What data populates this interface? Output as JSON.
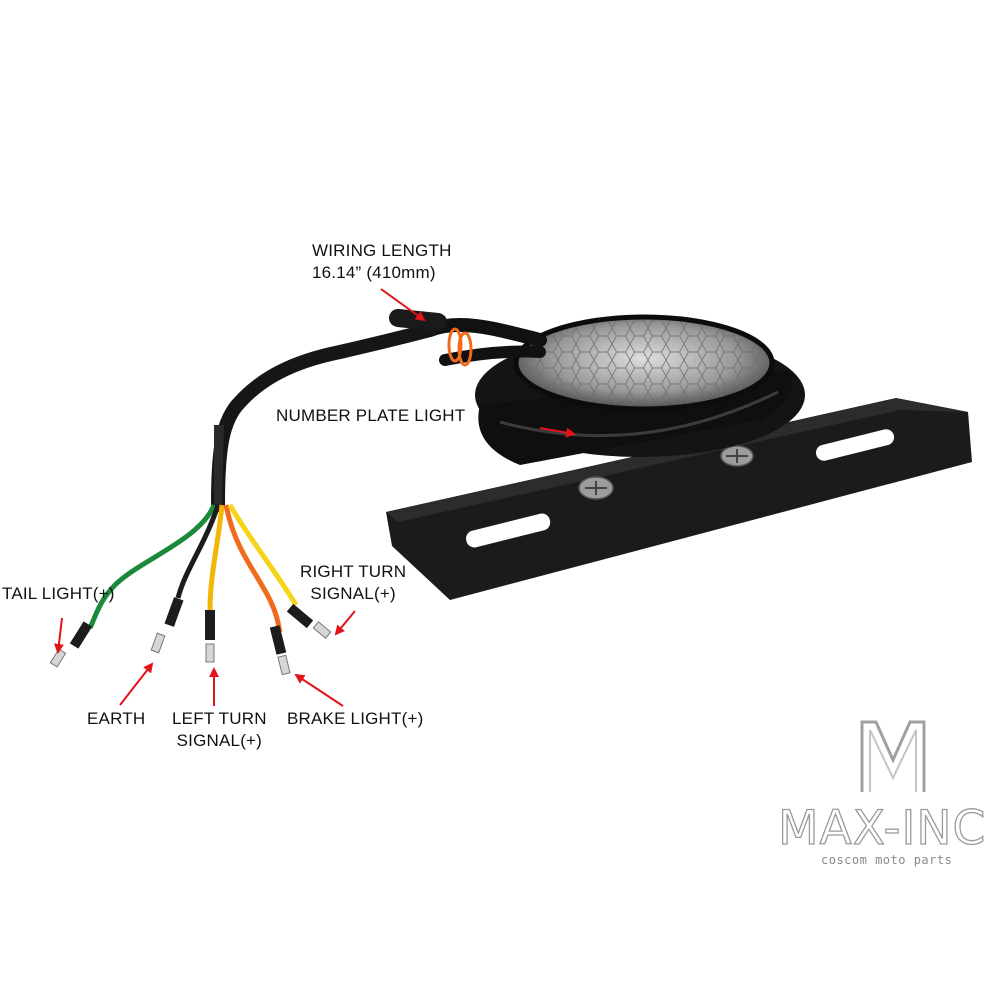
{
  "labels": {
    "wiring_length": [
      "WIRING LENGTH",
      "16.14” (410mm)"
    ],
    "number_plate_light": "NUMBER PLATE LIGHT",
    "tail_light": "TAIL LIGHT(+)",
    "right_turn": [
      "RIGHT TURN",
      "SIGNAL(+)"
    ],
    "earth": "EARTH",
    "left_turn": [
      "LEFT TURN",
      "SIGNAL(+)"
    ],
    "brake_light": "BRAKE LIGHT(+)"
  },
  "brand": {
    "name": "MAX-INC",
    "tagline": "coscom moto parts"
  },
  "wires": [
    {
      "function": "TAIL LIGHT(+)",
      "color": "#1a8a3a"
    },
    {
      "function": "EARTH",
      "color": "#1c1c1c"
    },
    {
      "function": "LEFT TURN SIGNAL(+)",
      "color": "#f2b705"
    },
    {
      "function": "BRAKE LIGHT(+)",
      "color": "#f26a1b"
    },
    {
      "function": "RIGHT TURN SIGNAL(+)",
      "color": "#f7d417"
    }
  ],
  "colors": {
    "arrow": "#e0141a",
    "housing": "#141414",
    "bracket": "#1b1b1b",
    "text": "#111111"
  }
}
